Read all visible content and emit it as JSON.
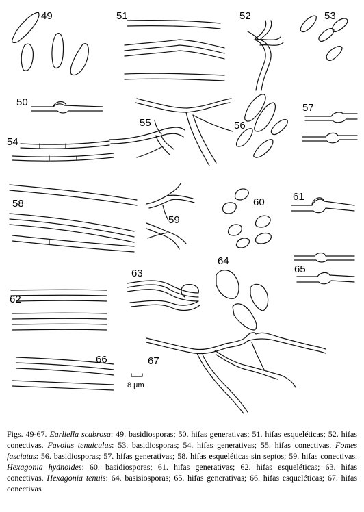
{
  "figure_numbers": {
    "f49": "49",
    "f50": "50",
    "f51": "51",
    "f52": "52",
    "f53": "53",
    "f54": "54",
    "f55": "55",
    "f56": "56",
    "f57": "57",
    "f58": "58",
    "f59": "59",
    "f60": "60",
    "f61": "61",
    "f62": "62",
    "f63": "63",
    "f64": "64",
    "f65": "65",
    "f66": "66",
    "f67": "67"
  },
  "scale_bar": {
    "label": "8 µm"
  },
  "caption": {
    "s01": "Figs. 49-67. ",
    "s02": "Earliella scabrosa",
    "s03": ": 49. basidiosporas; 50. hifas generativas; 51. hifas esqueléticas; 52. hifas conectivas. ",
    "s04": "Favolus tenuiculus",
    "s05": ": 53. basidiosporas; 54. hifas generativas; 55. hifas conectivas. ",
    "s06": "Fomes fasciatus",
    "s07": ": 56. basidiosporas; 57. hifas generativas; 58. hifas esqueléticas sin septos; 59. hifas conectivas. ",
    "s08": "Hexagonia hydnoides",
    "s09": ": 60. basidiosporas; 61. hifas generativas; 62. hifas esqueléticas; 63. hifas conectivas. ",
    "s10": "Hexagonia tenuis",
    "s11": ": 64. basisiosporas; 65. hifas generativas; 66. hifas esqueléticas; 67. hifas conectivas"
  }
}
